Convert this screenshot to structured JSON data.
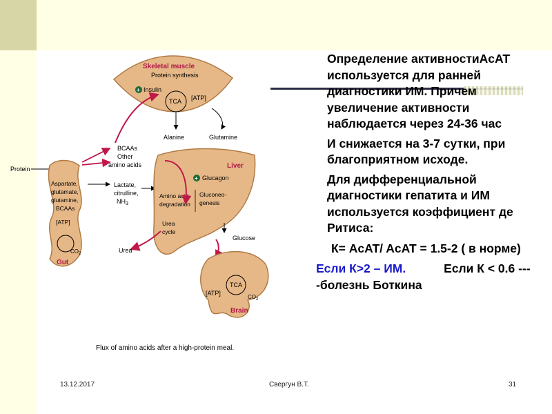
{
  "slide": {
    "paragraphs": [
      "Определение активностиAcAT используется для ранней диагностики ИМ. Причем увеличение активности наблюдается через 24-36 час",
      "И снижается на 3-7 сутки, при благоприятном исходе.",
      "Для дифференциальной диагностики гепатита и ИМ используется коэффициент де Ритиса:",
      "К= AcAT/ AcAT = 1.5-2 ( в норме)"
    ],
    "last_blue": "Если К>2 – ИМ.",
    "last_black": "Если К < 0.6 ----болезнь Боткина"
  },
  "figure": {
    "caption": "Flux of amino acids after a high-protein meal.",
    "skeletal_muscle": "Skeletal muscle",
    "protein_synthesis": "Protein synthesis",
    "insulin": "Insulin",
    "tca": "TCA",
    "atp": "[ATP]",
    "alanine": "Alanine",
    "glutamine": "Glutamine",
    "bcaas": "BCAAs",
    "other": "Other",
    "amino_acids": "amino acids",
    "protein": "Protein",
    "liver": "Liver",
    "glucagon": "Glucagon",
    "gut": "Gut",
    "gut_l1": "Aspartate,",
    "gut_l2": "glutamate,",
    "gut_l3": "glutamine,",
    "gut_l4": "BCAAs",
    "co2": "CO",
    "co2_sub": "2",
    "lactate_l1": "Lactate,",
    "lactate_l2": "citrulline,",
    "lactate_l3": "NH",
    "lactate_sub": "3",
    "aa_deg_l1": "Amino acid",
    "aa_deg_l2": "degradation",
    "gluco_l1": "Gluconeo-",
    "gluco_l2": "genesis",
    "urea_cycle_l1": "Urea",
    "urea_cycle_l2": "cycle",
    "urea": "Urea",
    "glucose": "Glucose",
    "brain": "Brain"
  },
  "footer": {
    "date": "13.12.2017",
    "author": "Свергун В.Т.",
    "page": "31"
  }
}
